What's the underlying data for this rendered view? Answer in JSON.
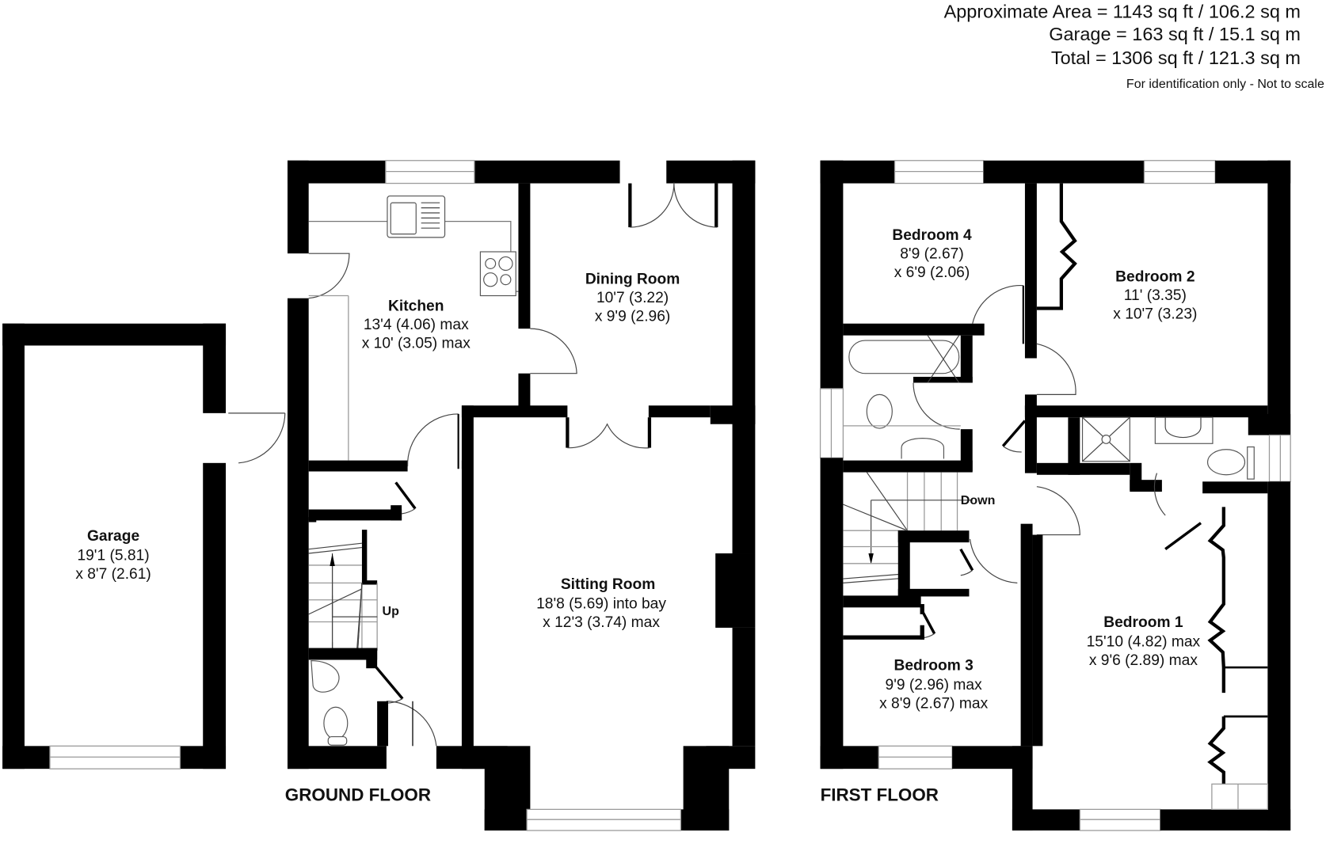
{
  "header": {
    "approx_area": "Approximate Area = 1143 sq ft / 106.2 sq m",
    "garage_area": "Garage = 163 sq ft / 15.1 sq m",
    "total_area": "Total = 1306 sq ft / 121.3 sq m",
    "disclaimer": "For identification only - Not to scale"
  },
  "floors": {
    "ground": {
      "label": "GROUND FLOOR",
      "stairs_label": "Up"
    },
    "first": {
      "label": "FIRST FLOOR",
      "stairs_label": "Down"
    }
  },
  "rooms": {
    "garage": {
      "name": "Garage",
      "dim1": "19'1 (5.81)",
      "dim2": "x 8'7 (2.61)"
    },
    "kitchen": {
      "name": "Kitchen",
      "dim1": "13'4 (4.06) max",
      "dim2": "x 10' (3.05) max"
    },
    "dining": {
      "name": "Dining Room",
      "dim1": "10'7 (3.22)",
      "dim2": "x 9'9 (2.96)"
    },
    "sitting": {
      "name": "Sitting Room",
      "dim1": "18'8 (5.69) into bay",
      "dim2": "x 12'3 (3.74) max"
    },
    "bedroom4": {
      "name": "Bedroom 4",
      "dim1": "8'9 (2.67)",
      "dim2": "x 6'9 (2.06)"
    },
    "bedroom2": {
      "name": "Bedroom 2",
      "dim1": "11' (3.35)",
      "dim2": "x 10'7 (3.23)"
    },
    "bedroom3": {
      "name": "Bedroom 3",
      "dim1": "9'9 (2.96) max",
      "dim2": "x 8'9 (2.67) max"
    },
    "bedroom1": {
      "name": "Bedroom 1",
      "dim1": "15'10 (4.82) max",
      "dim2": "x 9'6 (2.89) max"
    }
  },
  "colors": {
    "wall": "#000000",
    "window": "#9a9a9a",
    "background": "#ffffff"
  }
}
